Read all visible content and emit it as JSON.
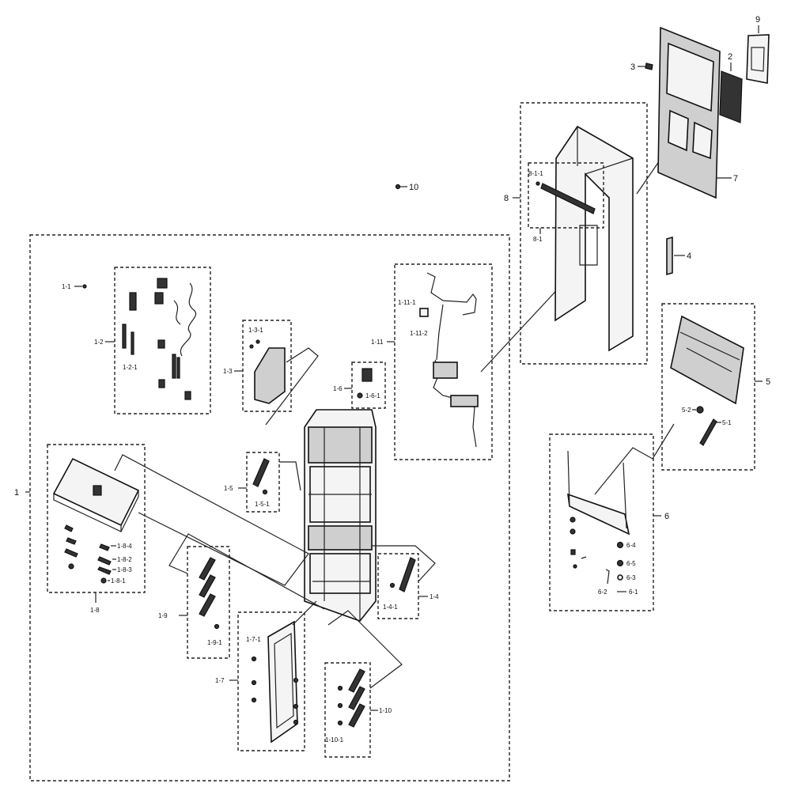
{
  "labels": {
    "l1": "1",
    "l1_1": "1-1",
    "l1_2": "1-2",
    "l1_2_1": "1-2-1",
    "l1_3": "1-3",
    "l1_3_1": "1-3-1",
    "l1_4": "1-4",
    "l1_4_1": "1-4-1",
    "l1_5": "1-5",
    "l1_5_1": "1-5-1",
    "l1_6": "1-6",
    "l1_6_1": "1-6-1",
    "l1_7": "1-7",
    "l1_7_1": "1-7-1",
    "l1_8": "1-8",
    "l1_8_1": "1-8-1",
    "l1_8_2": "1-8-2",
    "l1_8_3": "1-8-3",
    "l1_8_4": "1-8-4",
    "l1_9": "1-9",
    "l1_9_1": "1-9-1",
    "l1_10": "1-10",
    "l1_10_1": "1-10-1",
    "l1_11": "1-11",
    "l1_11_1": "1-11-1",
    "l1_11_2": "1-11-2",
    "l2": "2",
    "l3": "3",
    "l4": "4",
    "l5": "5",
    "l5_1": "5-1",
    "l5_2": "5-2",
    "l6": "6",
    "l6_1": "6-1",
    "l6_2": "6-2",
    "l6_3": "6-3",
    "l6_4": "6-4",
    "l6_5": "6-5",
    "l7": "7",
    "l8": "8",
    "l8_1": "8-1",
    "l8_1_1": "8-1-1",
    "l9": "9",
    "l10": "10"
  }
}
